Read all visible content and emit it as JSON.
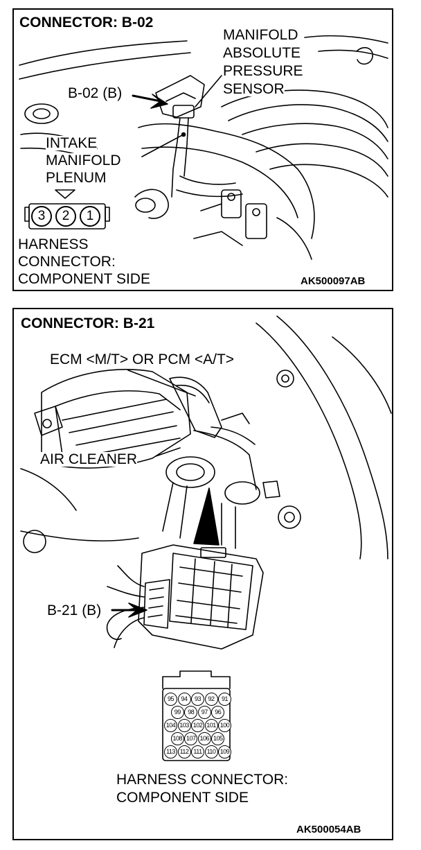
{
  "top": {
    "title": "CONNECTOR: B-02",
    "sensor_label": [
      "MANIFOLD",
      "ABSOLUTE",
      "PRESSURE",
      "SENSOR"
    ],
    "connector_ref": "B-02 (B)",
    "plenum_label": [
      "INTAKE",
      "MANIFOLD",
      "PLENUM"
    ],
    "pins": [
      "3",
      "2",
      "1"
    ],
    "side_label": [
      "HARNESS",
      "CONNECTOR:",
      "COMPONENT SIDE"
    ],
    "code": "AK500097AB"
  },
  "bottom": {
    "title": "CONNECTOR: B-21",
    "ecm_label": "ECM <M/T> OR PCM <A/T>",
    "air_cleaner_label": "AIR CLEANER",
    "connector_ref": "B-21 (B)",
    "pin_rows": [
      [
        "95",
        "94",
        "93",
        "92",
        "91"
      ],
      [
        "99",
        "98",
        "97",
        "96"
      ],
      [
        "104",
        "103",
        "102",
        "101",
        "100"
      ],
      [
        "108",
        "107",
        "106",
        "105"
      ],
      [
        "113",
        "112",
        "111",
        "110",
        "109"
      ]
    ],
    "side_label": [
      "HARNESS CONNECTOR:",
      "COMPONENT SIDE"
    ],
    "code": "AK500054AB"
  }
}
